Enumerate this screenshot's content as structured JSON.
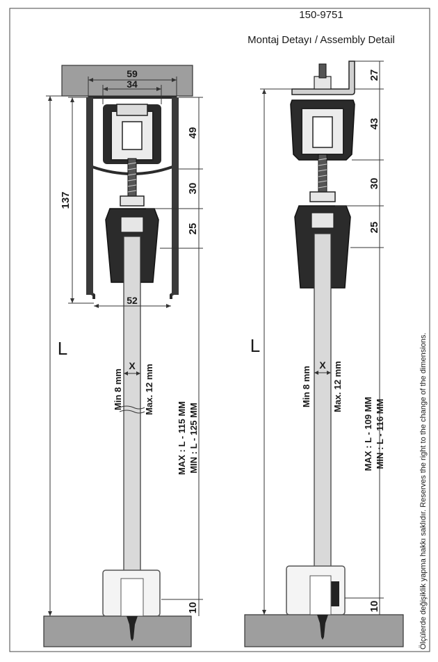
{
  "header": {
    "code": "150-9751",
    "title": "Montaj Detayı / Assembly Detail"
  },
  "left": {
    "dims": {
      "top_outer": "59",
      "top_inner": "34",
      "height_total": "137",
      "d49": "49",
      "d30": "30",
      "d25": "25",
      "bottom_width": "52",
      "d10": "10",
      "L": "L",
      "x": "X"
    },
    "min_label": "Min 8 mm",
    "max_label": "Max. 12 mm",
    "max_formula": "MAX :   L - 115 MM",
    "min_formula": "MIN  :   L - 125 MM"
  },
  "right": {
    "dims": {
      "d27": "27",
      "d43": "43",
      "d30": "30",
      "d25": "25",
      "d10": "10",
      "L": "L",
      "x": "X"
    },
    "min_label": "Min 8 mm",
    "max_label": "Max. 12 mm",
    "max_formula": "MAX :   L - 109 MM",
    "min_formula": "MIN  :   L - 116 MM"
  },
  "disclaimer": "Ölçülerde değişiklik yapma hakkı saklıdır. Reserves the right to the change of the dimensions.",
  "colors": {
    "slab": "#9e9e9e",
    "slab_border": "#333333",
    "profile": "#2b2b2b",
    "carriage": "#ececec",
    "door": "#d9d9d9",
    "line": "#333333"
  }
}
